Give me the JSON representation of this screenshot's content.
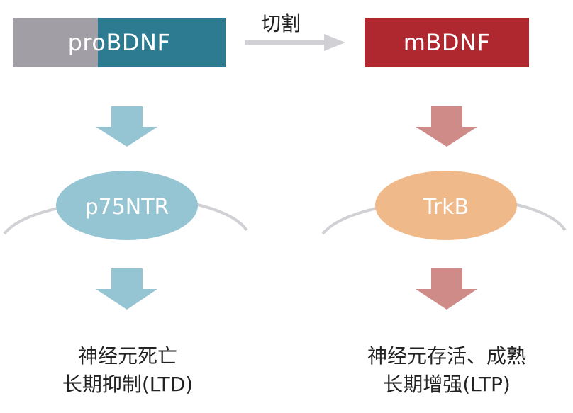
{
  "diagram": {
    "precursor": {
      "label": "proBDNF",
      "colors": {
        "pro_segment": "#a19ea5",
        "bdnf_segment": "#2c7b91"
      }
    },
    "cleavage": {
      "label": "切割",
      "arrow_color": "#d1d0d5"
    },
    "mature": {
      "label": "mBDNF",
      "color": "#b0282f"
    },
    "left_pathway": {
      "receptor": {
        "label": "p75NTR",
        "color": "#95c4d3"
      },
      "arrow_color": "#95c4d3",
      "outcome": {
        "line1": "神经元死亡",
        "line2": "长期抑制(LTD)"
      }
    },
    "right_pathway": {
      "receptor": {
        "label": "TrkB",
        "color": "#f0b98a"
      },
      "arrow_color": "#cf8b88",
      "outcome": {
        "line1": "神经元存活、成熟",
        "line2": "长期增强(LTP)"
      }
    },
    "membrane_color": "#d1d0d5"
  }
}
